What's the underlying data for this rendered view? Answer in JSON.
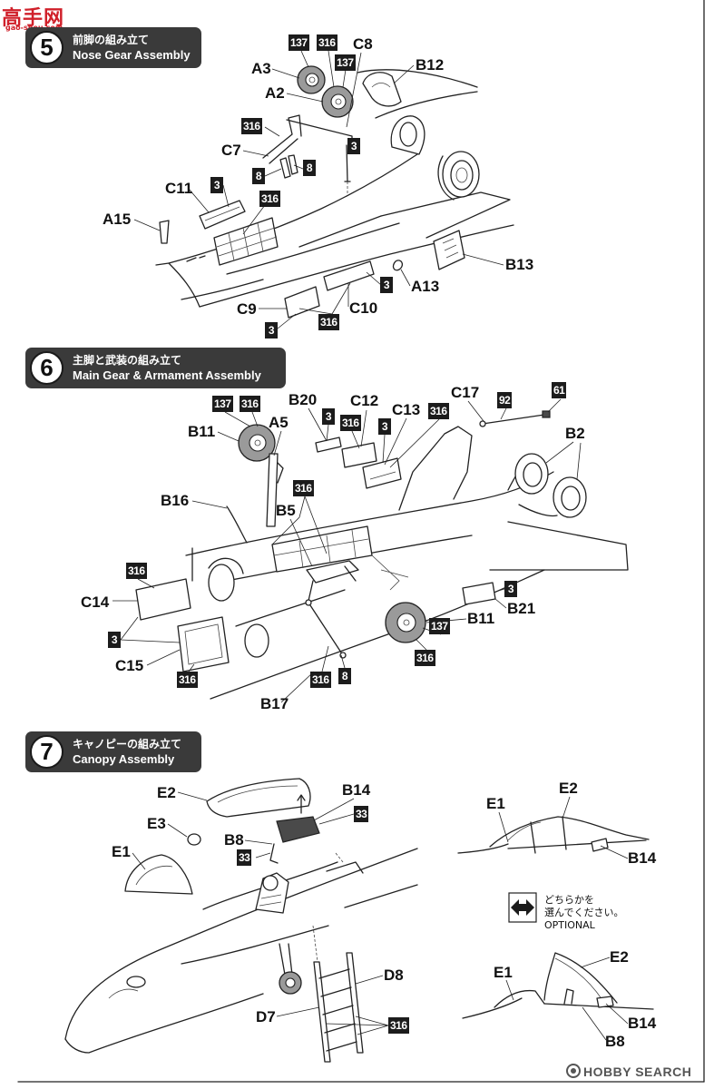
{
  "watermark": {
    "logo": "高手网",
    "site": "gao-shou.com"
  },
  "steps": [
    {
      "number": "5",
      "title_ja": "前脚の組み立て",
      "title_en": "Nose Gear Assembly"
    },
    {
      "number": "6",
      "title_ja": "主脚と武装の組み立て",
      "title_en": "Main Gear & Armament Assembly"
    },
    {
      "number": "7",
      "title_ja": "キャノピーの組み立て",
      "title_en": "Canopy Assembly"
    }
  ],
  "step5": {
    "parts": [
      "C8",
      "A3",
      "B12",
      "A2",
      "C7",
      "C11",
      "A15",
      "B13",
      "A13",
      "C9",
      "C10"
    ],
    "paint_codes": [
      "137",
      "316",
      "137",
      "316",
      "3",
      "8",
      "8",
      "3",
      "316",
      "3",
      "316",
      "3"
    ]
  },
  "step6": {
    "parts": [
      "B20",
      "C12",
      "C17",
      "B11",
      "A5",
      "C13",
      "B2",
      "B16",
      "B5",
      "C14",
      "B21",
      "B11",
      "C15",
      "B17"
    ],
    "paint_codes": [
      "137",
      "316",
      "92",
      "61",
      "3",
      "316",
      "3",
      "316",
      "316",
      "316",
      "3",
      "137",
      "3",
      "316",
      "316",
      "316",
      "8"
    ]
  },
  "step7": {
    "parts": [
      "E2",
      "B14",
      "E1",
      "E2",
      "E3",
      "B8",
      "E1",
      "B14",
      "E2",
      "D8",
      "E1",
      "D7",
      "B14",
      "B8"
    ],
    "paint_codes": [
      "33",
      "33",
      "316"
    ]
  },
  "optional_note": {
    "line1": "どちらかを",
    "line2": "選んでください。",
    "line3": "OPTIONAL",
    "icon": "left-right-arrow-icon"
  },
  "footer": {
    "brand": "HOBBY SEARCH",
    "icon": "hobby-search-logo-icon"
  },
  "colors": {
    "header_bg": "#3a3a3a",
    "paint_badge_bg": "#1c1c1c",
    "watermark": "#d0202a",
    "line_art": "#222222"
  }
}
